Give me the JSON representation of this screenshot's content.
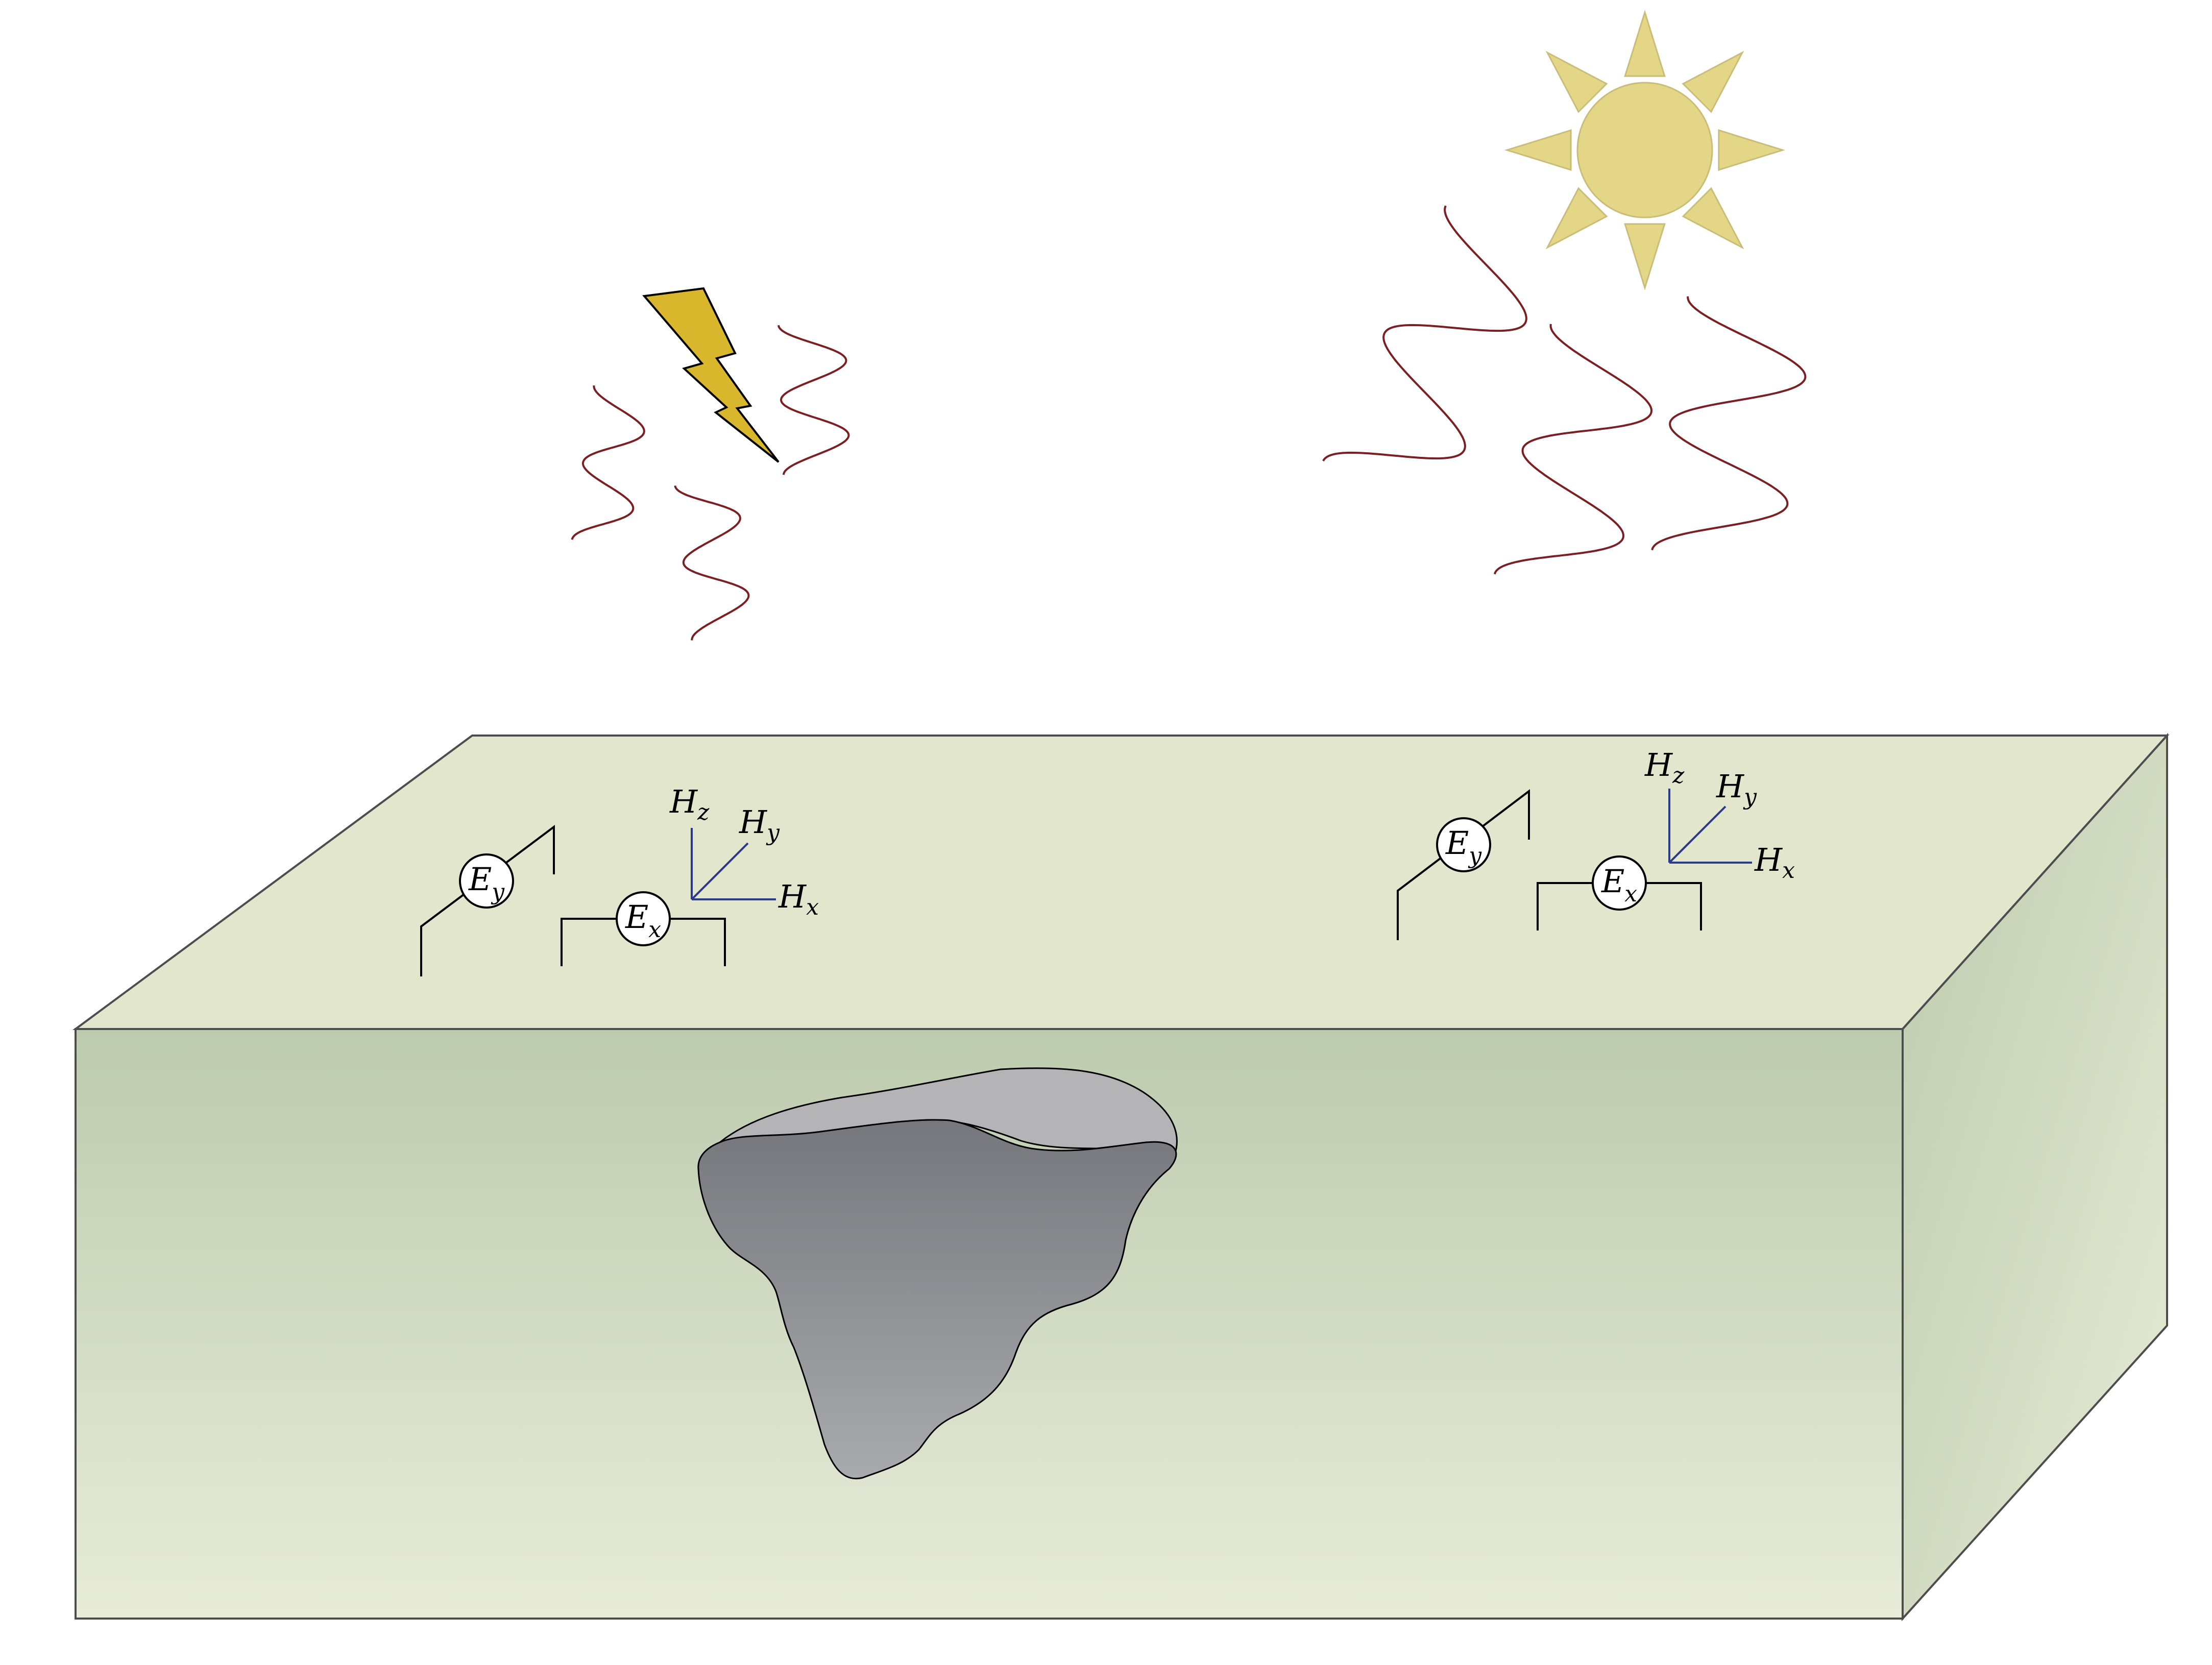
{
  "colors": {
    "top_face": "#e1e6cc",
    "front_top": "#bdcbae",
    "front_bottom": "#e8ecd9",
    "side_dark": "#bccbad",
    "side_light": "#e7ebd7",
    "edge": "#4d4d4d",
    "body_top": "#b4b4b6",
    "body_dark": "#76777c",
    "body_light": "#a9aaae",
    "wave": "#7a1f24",
    "sun": "#e3d687",
    "sun_stroke": "#c9bd79",
    "lightning": "#d8b72c",
    "axis": "#2b3a8a"
  },
  "sources": {
    "lightning_icon": "lightning-bolt-icon",
    "sun_icon": "sun-icon"
  },
  "stations": [
    {
      "id": "left",
      "Ey": {
        "base": "E",
        "sub": "y"
      },
      "Ex": {
        "base": "E",
        "sub": "x"
      },
      "Hz": {
        "base": "H",
        "sub": "z"
      },
      "Hy": {
        "base": "H",
        "sub": "y"
      },
      "Hx": {
        "base": "H",
        "sub": "x"
      }
    },
    {
      "id": "right",
      "Ey": {
        "base": "E",
        "sub": "y"
      },
      "Ex": {
        "base": "E",
        "sub": "x"
      },
      "Hz": {
        "base": "H",
        "sub": "z"
      },
      "Hy": {
        "base": "H",
        "sub": "y"
      },
      "Hx": {
        "base": "H",
        "sub": "x"
      }
    }
  ]
}
